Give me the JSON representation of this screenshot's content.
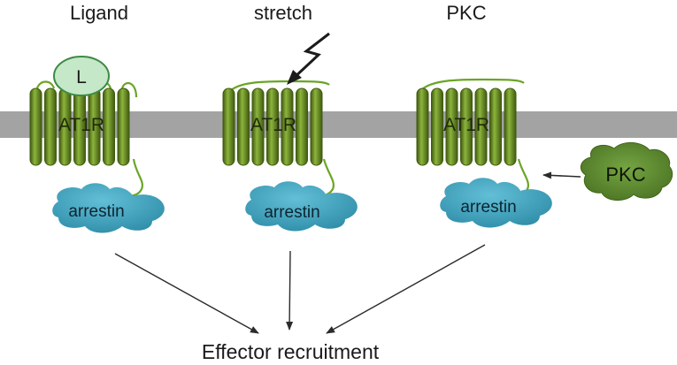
{
  "columns": [
    {
      "title": "Ligand",
      "receptor_label": "AT1R",
      "arrestin_label": "arrestin"
    },
    {
      "title": "stretch",
      "receptor_label": "AT1R",
      "arrestin_label": "arrestin"
    },
    {
      "title": "PKC",
      "receptor_label": "AT1R",
      "arrestin_label": "arrestin"
    }
  ],
  "ligand_label": "L",
  "pkc_label": "PKC",
  "output_label": "Effector recruitment",
  "colors": {
    "membrane": "#a3a3a3",
    "helix_light": "#8db43c",
    "helix_dark": "#3f5a10",
    "loop": "#6aa526",
    "arrestin": "#3aa0bd",
    "ligand_fill": "#c4e8c8",
    "ligand_stroke": "#3e8a45",
    "pkc_fill": "#5b8a2e",
    "arrow": "#2b2b2b"
  }
}
